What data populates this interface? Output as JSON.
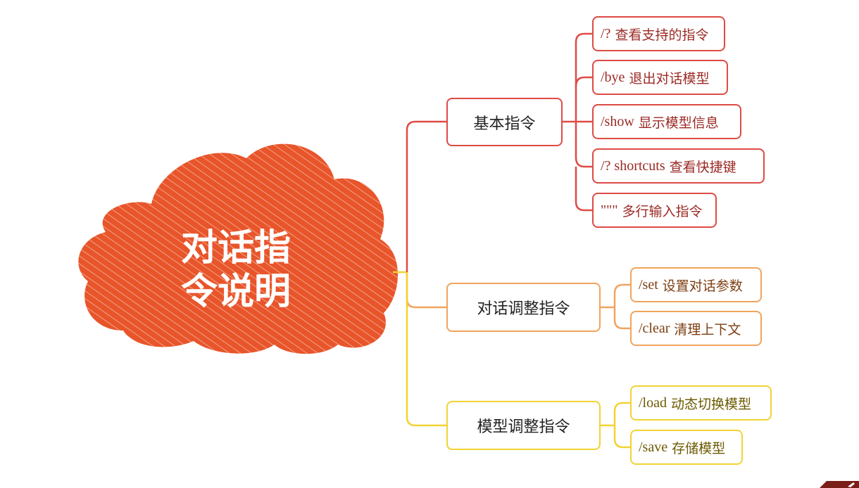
{
  "root": {
    "title_line1": "对话指",
    "title_line2": "令说明",
    "color": "#e8552a"
  },
  "branch_colors": {
    "basic": "#de4b45",
    "dialog": "#f1a45c",
    "model": "#f2d334"
  },
  "branches": [
    {
      "label": "基本指令",
      "items": [
        {
          "cmd": "/?",
          "desc": "查看支持的指令"
        },
        {
          "cmd": "/bye",
          "desc": "退出对话模型"
        },
        {
          "cmd": "/show",
          "desc": "显示模型信息"
        },
        {
          "cmd": "/? shortcuts",
          "desc": "查看快捷键"
        },
        {
          "cmd": "\"\"\"",
          "desc": "多行输入指令"
        }
      ]
    },
    {
      "label": "对话调整指令",
      "items": [
        {
          "cmd": "/set",
          "desc": "设置对话参数"
        },
        {
          "cmd": "/clear",
          "desc": "清理上下文"
        }
      ]
    },
    {
      "label": "模型调整指令",
      "items": [
        {
          "cmd": "/load",
          "desc": "动态切换模型"
        },
        {
          "cmd": "/save",
          "desc": "存储模型"
        }
      ]
    }
  ]
}
